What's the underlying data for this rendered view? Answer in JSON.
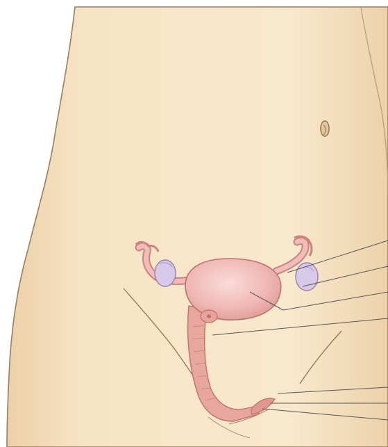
{
  "figure": {
    "labels": [],
    "colors": {
      "background": "#ffffff",
      "skin": "#f6e2c2",
      "skin_shade": "#e9c99c",
      "outline": "#9a7d5e",
      "uterus": "#f0b7b3",
      "uterus_light": "#f7d3cf",
      "uterus_dark": "#c9827d",
      "ovary": "#d7c9ea",
      "vagina": "#e7a79f",
      "leader_line": "#555555"
    },
    "parts": [
      {
        "part": "fallopian-tube-left"
      },
      {
        "part": "fallopian-tube-right"
      },
      {
        "part": "ovary-left"
      },
      {
        "part": "ovary-right"
      },
      {
        "part": "uterus"
      },
      {
        "part": "cervix"
      },
      {
        "part": "vagina"
      },
      {
        "part": "vaginal-opening"
      }
    ],
    "leader_line_count": 7
  }
}
